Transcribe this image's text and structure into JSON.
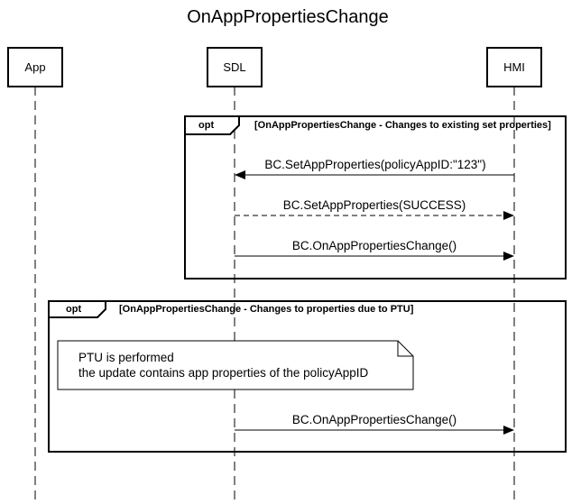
{
  "title": "OnAppPropertiesChange",
  "participants": [
    "App",
    "SDL",
    "HMI"
  ],
  "fragments": [
    {
      "keyword": "opt",
      "condition": "[OnAppPropertiesChange - Changes to existing set properties]",
      "messages": [
        {
          "label": "BC.SetAppProperties(policyAppID:\"123\")",
          "from": "HMI",
          "to": "SDL",
          "style": "solid"
        },
        {
          "label": "BC.SetAppProperties(SUCCESS)",
          "from": "SDL",
          "to": "HMI",
          "style": "dashed"
        },
        {
          "label": "BC.OnAppPropertiesChange()",
          "from": "SDL",
          "to": "HMI",
          "style": "solid"
        }
      ]
    },
    {
      "keyword": "opt",
      "condition": "[OnAppPropertiesChange - Changes to properties due to PTU]",
      "note": [
        "PTU is performed",
        "the update contains app properties of the policyAppID"
      ],
      "messages": [
        {
          "label": "BC.OnAppPropertiesChange()",
          "from": "SDL",
          "to": "HMI",
          "style": "solid"
        }
      ]
    }
  ]
}
